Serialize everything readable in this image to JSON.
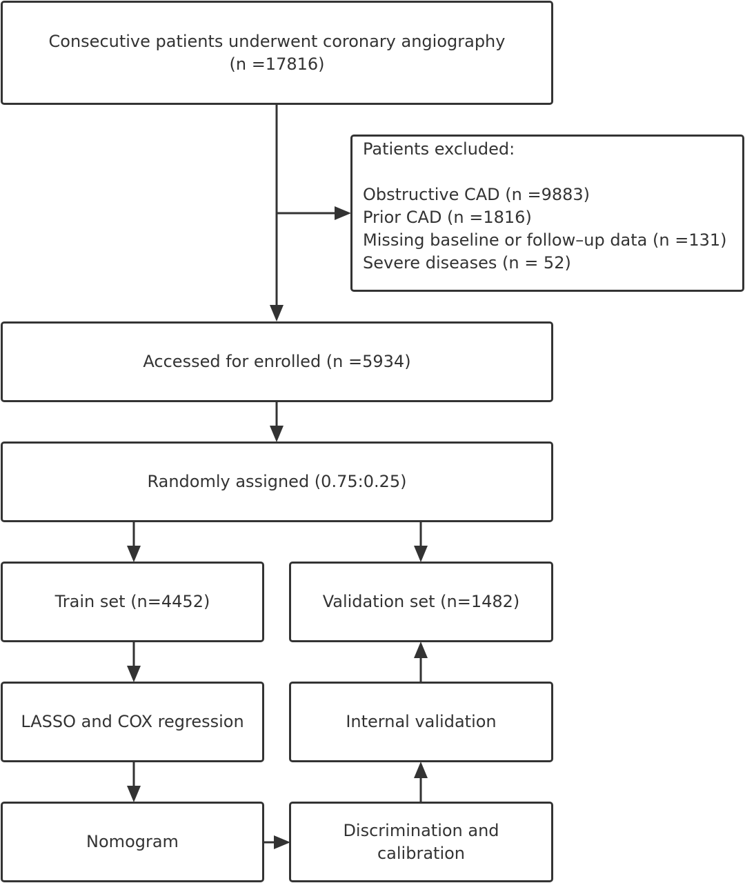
{
  "boxes": {
    "consecutive": {
      "line1": "Consecutive patients underwent coronary angiography",
      "line2": "(n =17816)"
    },
    "excluded": {
      "title": "Patients excluded:",
      "items": [
        "Obstructive CAD (n =9883)",
        "Prior CAD (n =1816)",
        "Missing baseline or follow–up data (n =131)",
        "Severe diseases (n = 52)"
      ]
    },
    "enrolled": "Accessed for enrolled (n =5934)",
    "randomly_assigned": "Randomly assigned (0.75:0.25)",
    "train_set": "Train set (n=4452)",
    "validation_set": "Validation set (n=1482)",
    "lasso_cox": "LASSO and COX regression",
    "internal_validation": "Internal validation",
    "nomogram": "Nomogram",
    "discrimination": {
      "line1": "Discrimination and",
      "line2": "calibration"
    }
  },
  "colors": {
    "stroke": "#333333",
    "text": "#333333",
    "background": "#ffffff"
  }
}
